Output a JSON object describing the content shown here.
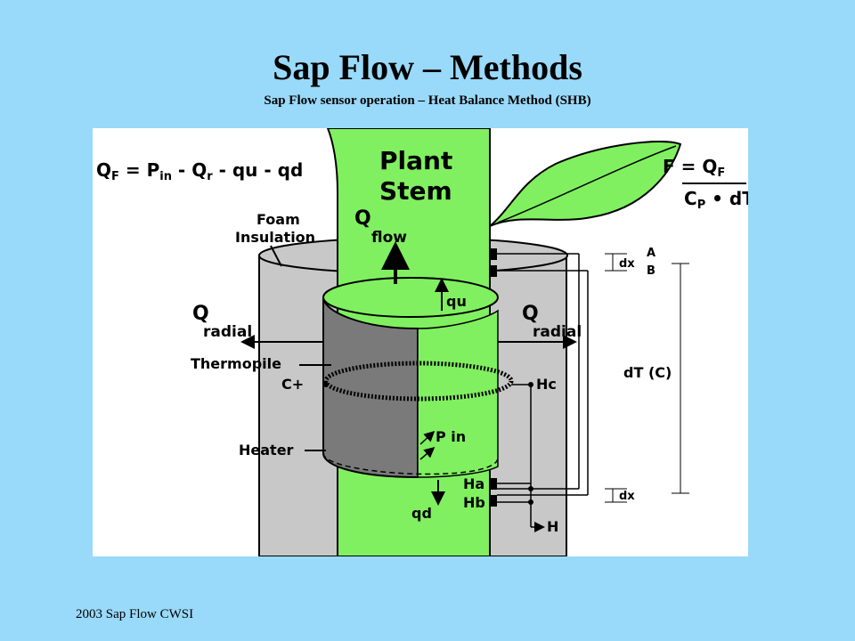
{
  "slide": {
    "title": "Sap Flow – Methods",
    "subtitle": "Sap Flow sensor operation – Heat Balance Method (SHB)",
    "footer": "2003 Sap Flow CWSI"
  },
  "diagram": {
    "equation_left": {
      "q": "Q",
      "q_sub": "F",
      "eq": " = P",
      "p_sub": "in",
      "rest": " - Q",
      "r_sub": "r",
      "tail": " - qu - qd"
    },
    "equation_right": {
      "f": "F = Q",
      "f_sub": "F",
      "den": "C",
      "den_sub": "P",
      "den_tail": " • dT"
    },
    "plant_stem": [
      "Plant",
      "Stem"
    ],
    "foam_insulation": [
      "Foam",
      "Insulation"
    ],
    "q_flow": {
      "q": "Q",
      "sub": "flow"
    },
    "qu": "qu",
    "q_radial_left": {
      "q": "Q",
      "sub": "radial"
    },
    "q_radial_right": {
      "q": "Q",
      "sub": "radial"
    },
    "thermopile": "Thermopile",
    "c_plus": "C+",
    "hc": "Hc",
    "heater": "Heater",
    "p_in": "P in",
    "qd": "qd",
    "ha": "Ha",
    "hb": "Hb",
    "h": "H",
    "a": "A",
    "b": "B",
    "dx_top": "dx",
    "dx_bottom": "dx",
    "dt_c": "dT (C)",
    "colors": {
      "stem": "#80f060",
      "insulation": "#c8c8c8",
      "heater": "#7a7a7a",
      "leaf": "#80f060"
    }
  }
}
